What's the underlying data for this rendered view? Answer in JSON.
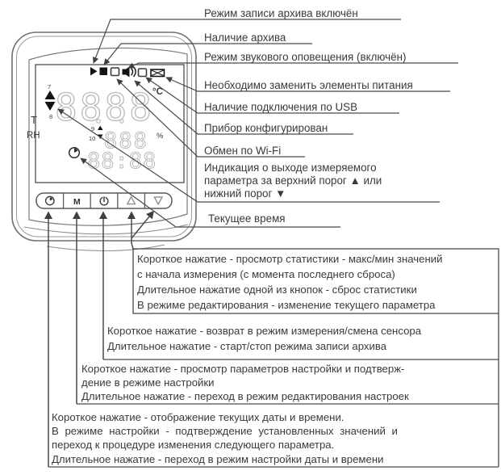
{
  "colors": {
    "ink": "#3a3a3a",
    "line": "#4a4a4a",
    "lcd_segment": "#b5b5b5",
    "icon": "#141414"
  },
  "device": {
    "status_icons": [
      "record-mode-icon",
      "archive-icon",
      "indicator-square-1-icon",
      "sound-alert-icon",
      "indicator-square-2-icon",
      "battery-replace-icon"
    ],
    "display": {
      "temp_value": "8888",
      "temp_unit": "°C",
      "humidity_value": "888",
      "humidity_unit": "%",
      "time_value": "88:88",
      "label_t": "T",
      "label_rh": "RH",
      "seg7": "7",
      "seg8": "8",
      "seg9": "9",
      "seg10": "10"
    },
    "buttons": [
      {
        "name": "clock-button",
        "icon": "clock-icon",
        "label": ""
      },
      {
        "name": "mode-button",
        "icon": "",
        "label": "M"
      },
      {
        "name": "power-button",
        "icon": "power-icon",
        "label": ""
      },
      {
        "name": "up-button",
        "icon": "triangle-up-icon",
        "label": ""
      },
      {
        "name": "down-button",
        "icon": "triangle-down-icon",
        "label": ""
      }
    ]
  },
  "callouts": {
    "indicators": [
      {
        "text": "Режим записи архива включён"
      },
      {
        "text": "Наличие архива"
      },
      {
        "text": "Режим звукового оповещения (включён)"
      },
      {
        "text": "Необходимо заменить элементы питания"
      },
      {
        "text": "Наличие подключения по USB"
      },
      {
        "text": "Прибор конфигурирован"
      },
      {
        "text": "Обмен по Wi-Fi"
      },
      {
        "lines": [
          "Индикация о выходе измеряемого",
          "параметра за верхний порог ▲ или",
          "нижний порог ▼"
        ]
      },
      {
        "text": "Текущее время"
      }
    ],
    "buttons": [
      {
        "for": "up-down-buttons",
        "lines": [
          "Короткое нажатие - просмотр статистики - макс/мин значений",
          "с начала измерения (с момента последнего сброса)",
          "Длительное нажатие одной из кнопок - сброс статистики",
          "В режиме редактирования - изменение текущего параметра"
        ]
      },
      {
        "for": "power-button",
        "lines": [
          "Короткое нажатие - возврат в режим измерения/смена сенсора",
          "Длительное нажатие -  старт/стоп режима записи архива"
        ]
      },
      {
        "for": "mode-button",
        "lines": [
          "Короткое нажатие - просмотр параметров настройки и подтверж-",
          "дение в режиме настройки",
          "Длительное нажатие -  переход в режим редактирования настроек"
        ]
      },
      {
        "for": "clock-button",
        "lines": [
          "Короткое нажатие - отображение текущих даты и времени.",
          "В режиме настройки - подтверждение установленных значений и",
          "переход к процедуре изменения следующего параметра.",
          "Длительное нажатие - переход в режим настройки даты и времени"
        ]
      }
    ]
  }
}
